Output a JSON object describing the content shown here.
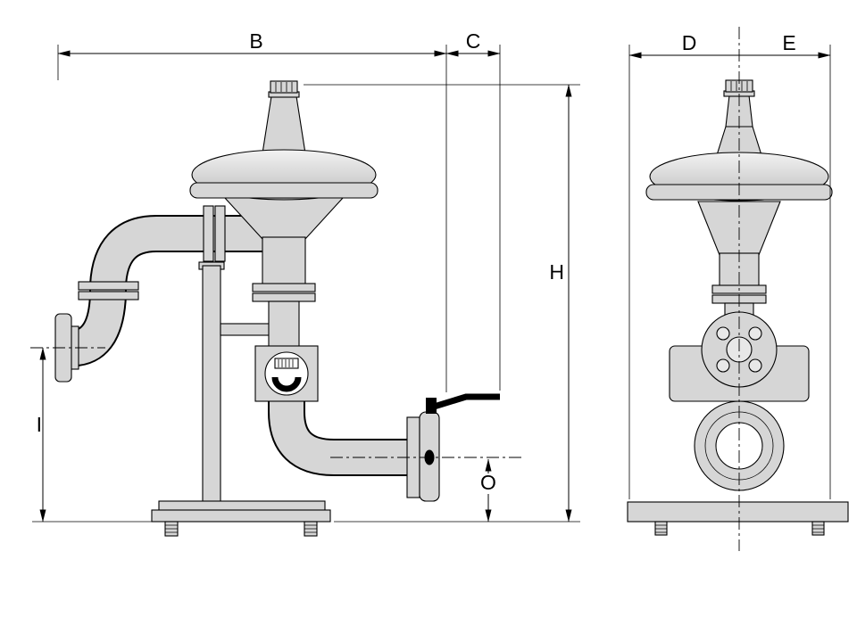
{
  "dimensions": {
    "B": "B",
    "C": "C",
    "D": "D",
    "E": "E",
    "H": "H",
    "I": "I",
    "O": "O"
  },
  "colors": {
    "line": "#000000",
    "part_fill": "#d6d6d6",
    "part_fill_light": "#e8e8e8",
    "window_fill": "#ffffff",
    "handle_fill": "#000000",
    "background": "#ffffff"
  }
}
